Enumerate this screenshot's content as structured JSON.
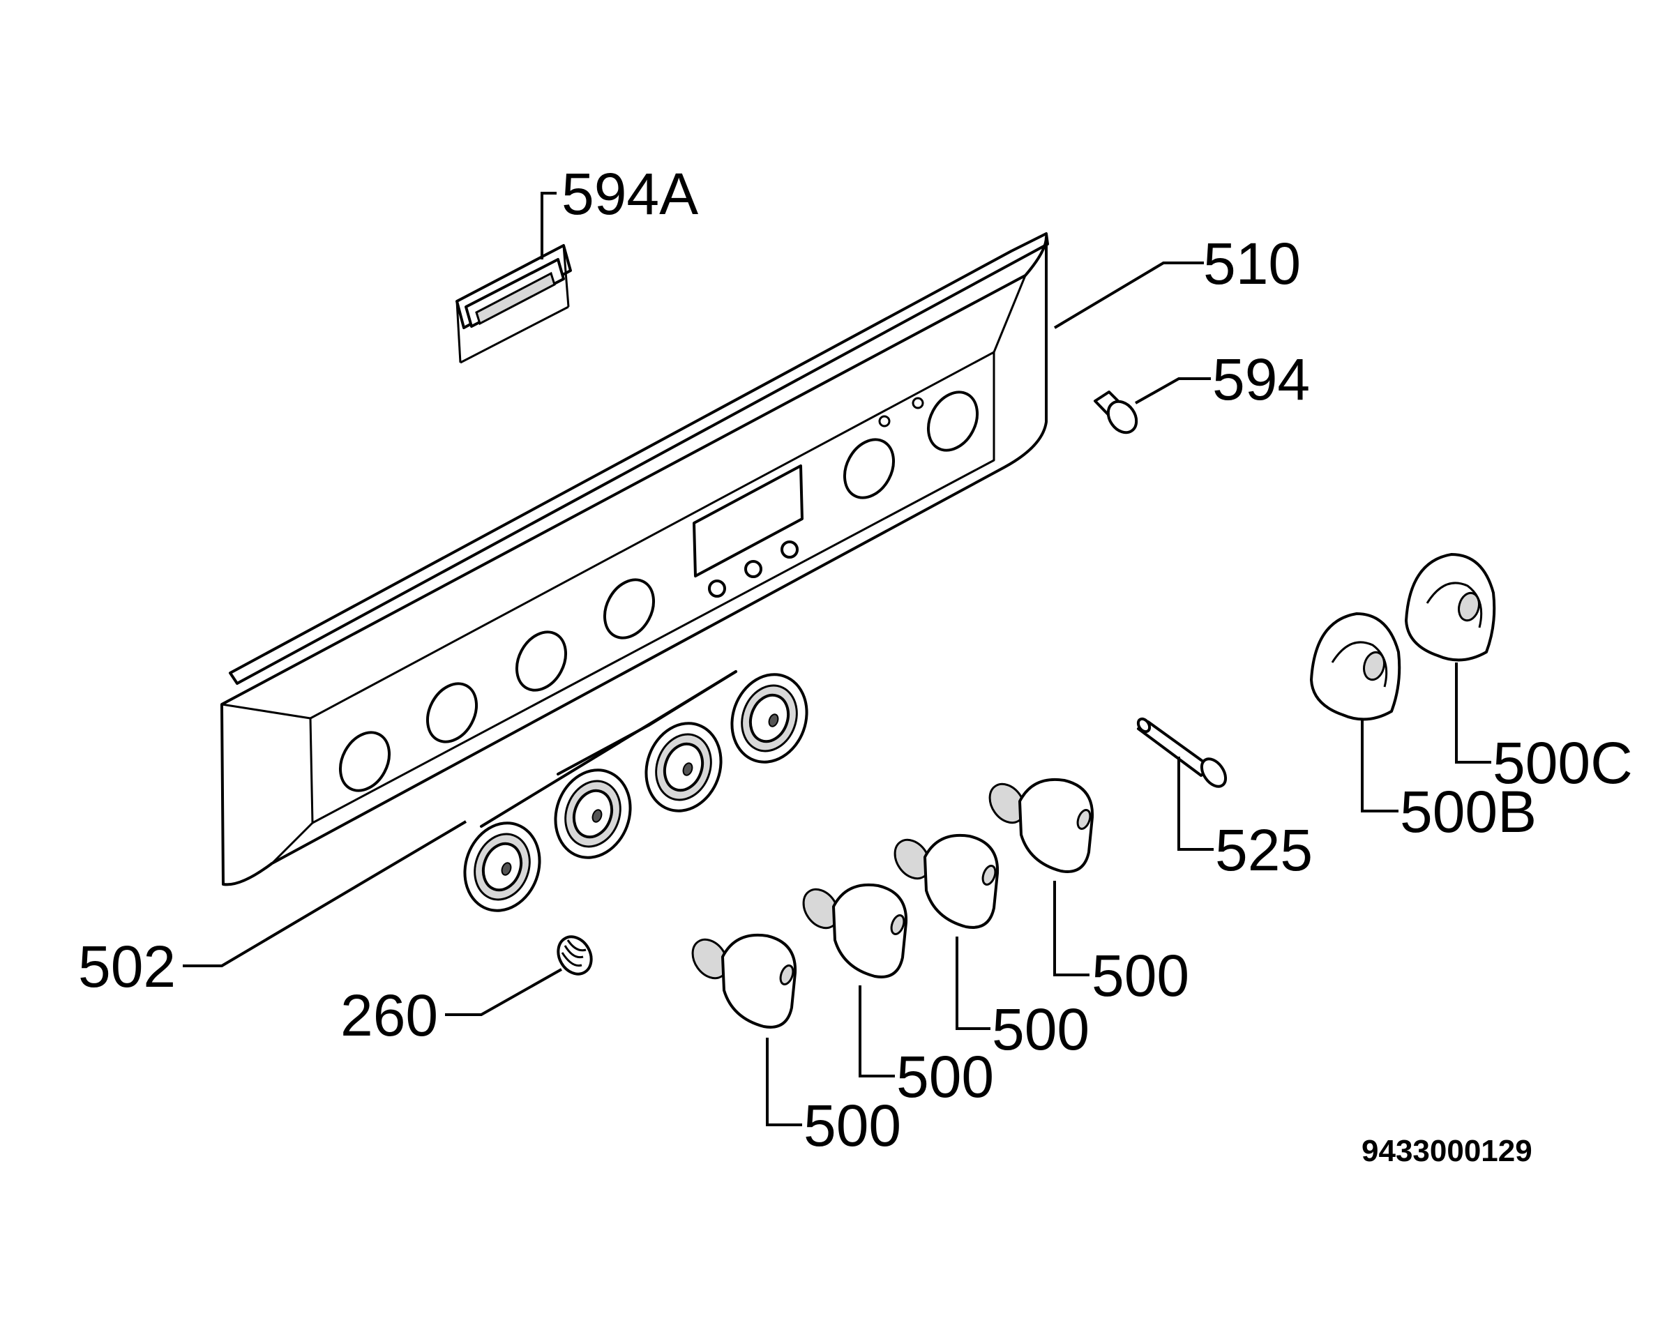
{
  "diagram": {
    "drawing_number": "9433000129",
    "labels": {
      "l594a": "594A",
      "l510": "510",
      "l594": "594",
      "l500c": "500C",
      "l500b": "500B",
      "l525": "525",
      "l500_1": "500",
      "l500_2": "500",
      "l500_3": "500",
      "l500_4": "500",
      "l502": "502",
      "l260": "260"
    }
  }
}
